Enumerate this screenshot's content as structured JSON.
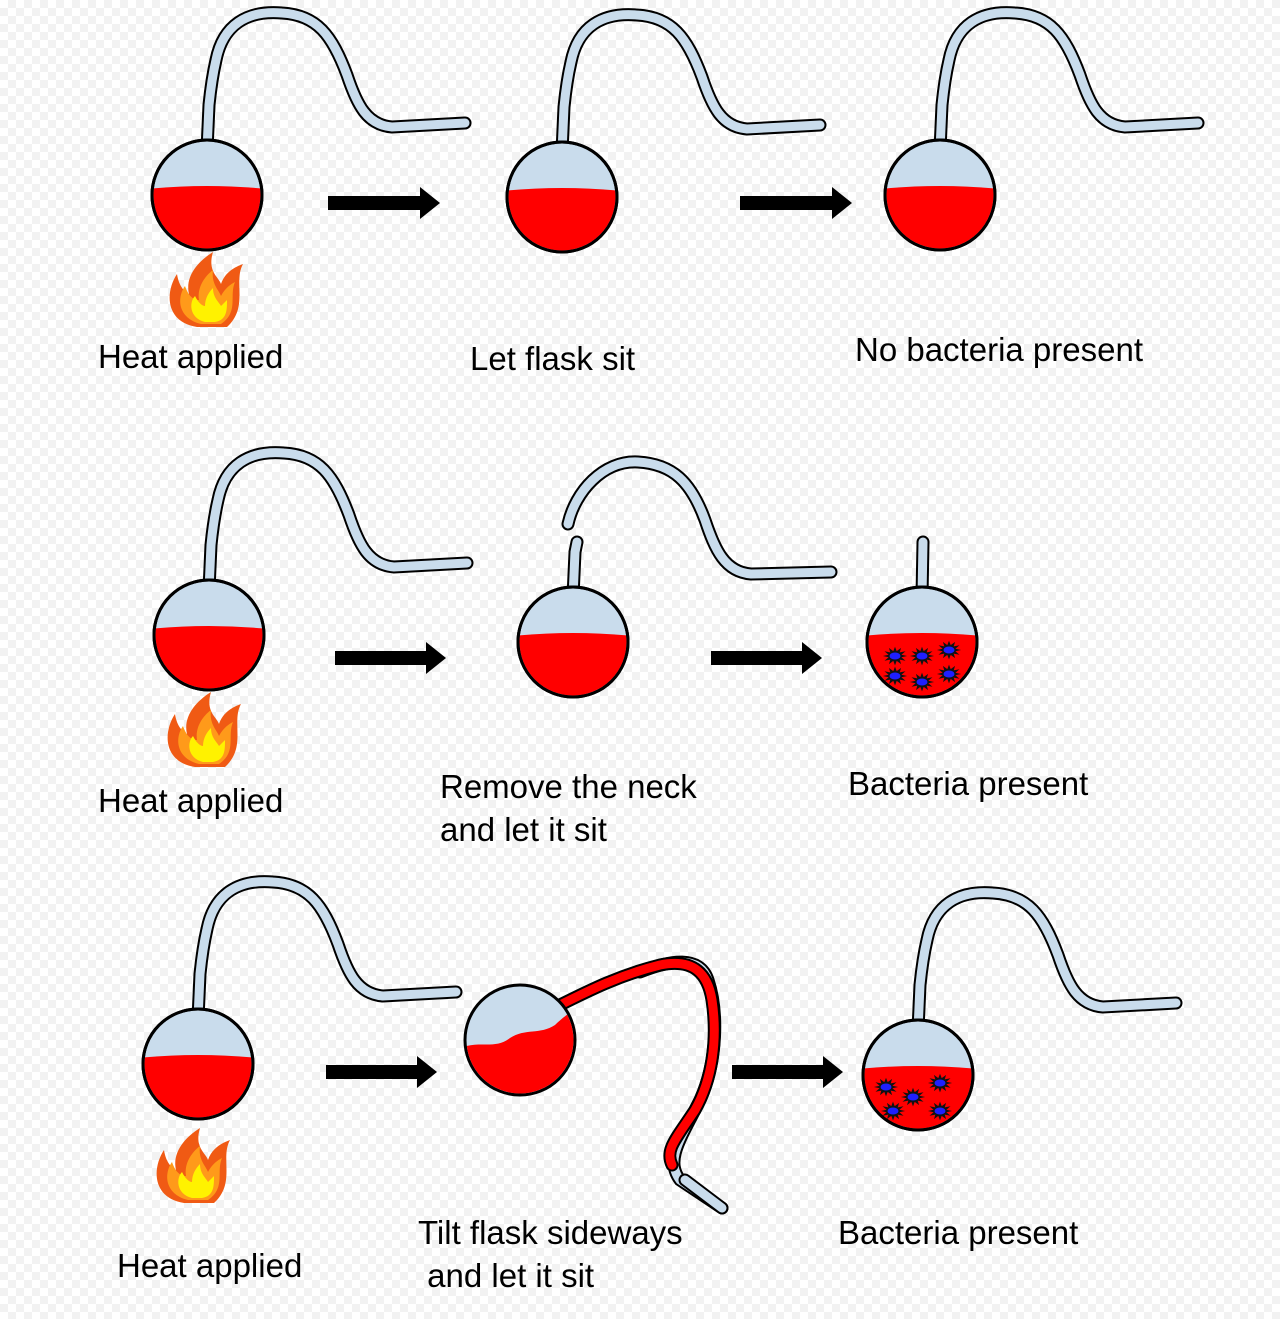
{
  "colors": {
    "liquid": "#ff0000",
    "glass": "#c9dcec",
    "outline": "#000000",
    "bacteria": "#1f1fff"
  },
  "rows": [
    {
      "steps": [
        {
          "label": [
            "Heat applied"
          ]
        },
        {
          "label": [
            "Let flask sit"
          ]
        },
        {
          "label": [
            "No bacteria present"
          ]
        }
      ]
    },
    {
      "steps": [
        {
          "label": [
            "Heat applied"
          ]
        },
        {
          "label": [
            "Remove the neck",
            "and let it sit"
          ]
        },
        {
          "label": [
            "Bacteria present"
          ]
        }
      ]
    },
    {
      "steps": [
        {
          "label": [
            "Heat applied"
          ]
        },
        {
          "label": [
            "Tilt flask sideways",
            " and let it sit"
          ]
        },
        {
          "label": [
            "Bacteria present"
          ]
        }
      ]
    }
  ]
}
